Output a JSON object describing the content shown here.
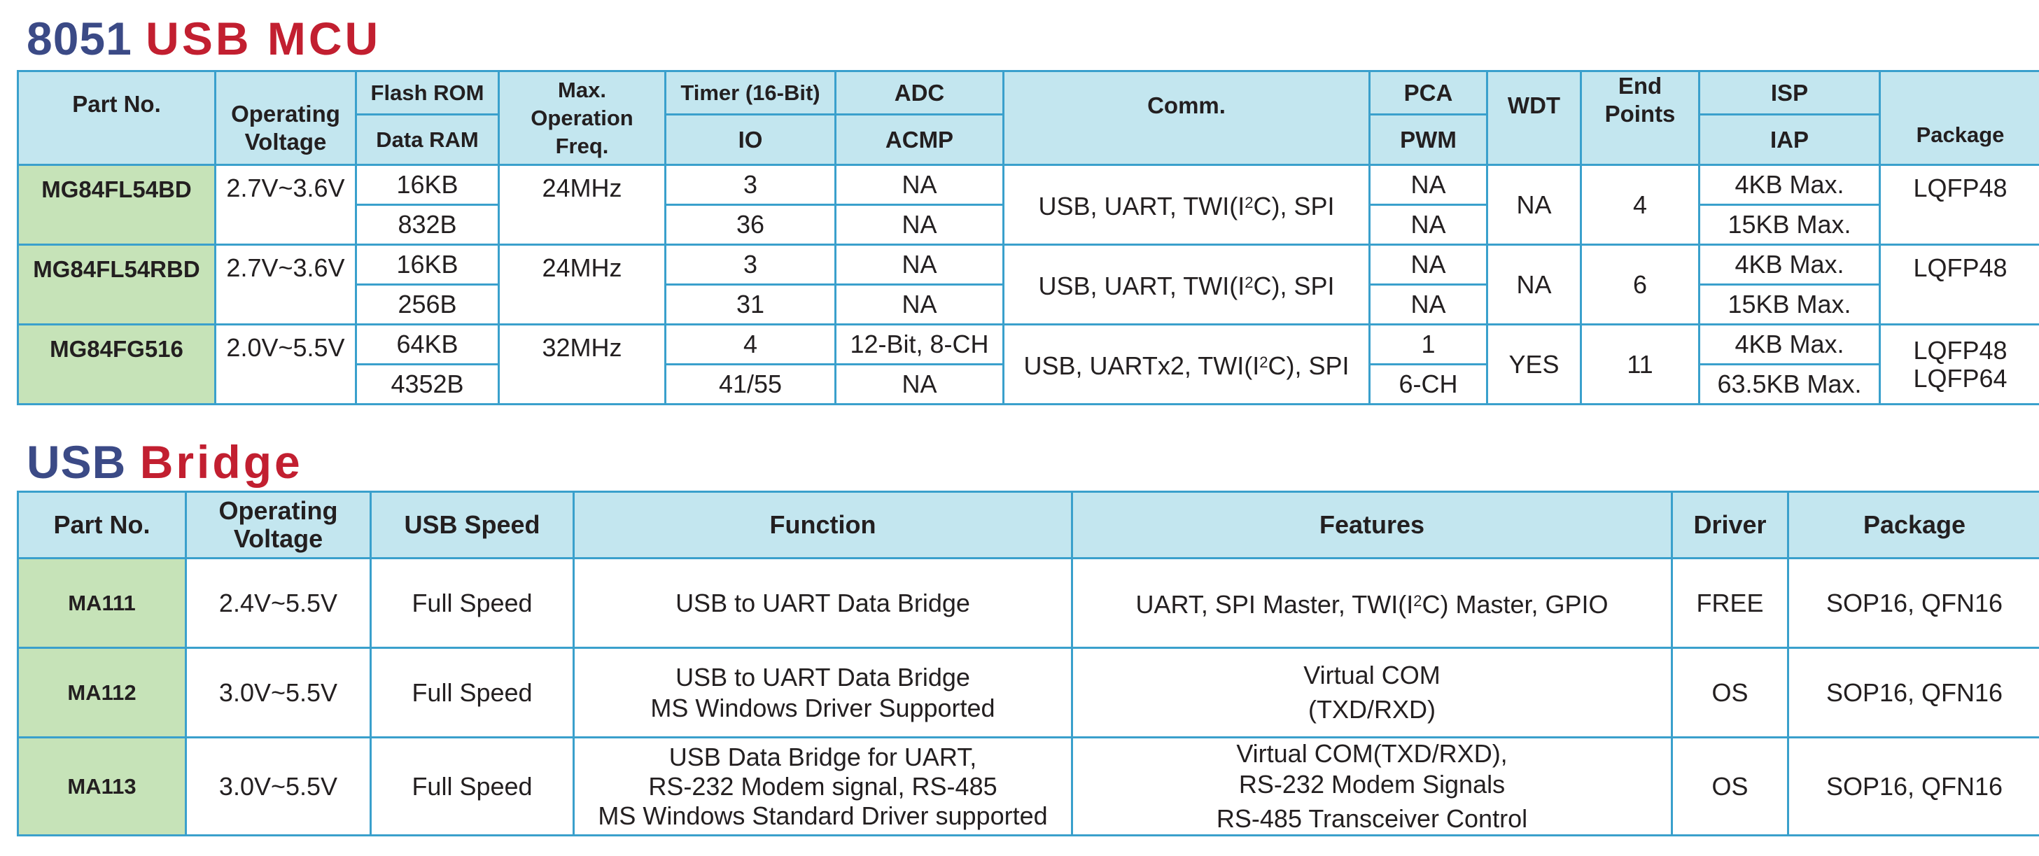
{
  "mcu_section": {
    "title_prefix": "8051",
    "title_suffix": "USB MCU",
    "headers": {
      "part_no": "Part No.",
      "voltage_line1": "Operating",
      "voltage_line2": "Voltage",
      "flash_rom": "Flash ROM",
      "data_ram": "Data RAM",
      "max_freq": "Max.\nOperation\nFreq.",
      "timer": "Timer (16-Bit)",
      "io": "IO",
      "adc": "ADC",
      "acmp": "ACMP",
      "comm": "Comm.",
      "pca": "PCA",
      "pwm": "PWM",
      "wdt": "WDT",
      "end_points": "End\nPoints",
      "isp": "ISP",
      "iap": "IAP",
      "package": "Package"
    },
    "rows": [
      {
        "part": "MG84FL54BD",
        "voltage": "2.7V~3.6V",
        "flash_rom": "16KB",
        "data_ram": "832B",
        "freq": "24MHz",
        "timer": "3",
        "io": "36",
        "adc": "NA",
        "acmp": "NA",
        "comm_pre": "USB, UART, TWI(I",
        "comm_sup": "2",
        "comm_post": "C), SPI",
        "pca": "NA",
        "pwm": "NA",
        "wdt": "NA",
        "end_points": "4",
        "isp": "4KB Max.",
        "iap": "15KB Max.",
        "package": "LQFP48"
      },
      {
        "part": "MG84FL54RBD",
        "voltage": "2.7V~3.6V",
        "flash_rom": "16KB",
        "data_ram": "256B",
        "freq": "24MHz",
        "timer": "3",
        "io": "31",
        "adc": "NA",
        "acmp": "NA",
        "comm_pre": "USB, UART, TWI(I",
        "comm_sup": "2",
        "comm_post": "C), SPI",
        "pca": "NA",
        "pwm": "NA",
        "wdt": "NA",
        "end_points": "6",
        "isp": "4KB Max.",
        "iap": "15KB Max.",
        "package": "LQFP48"
      },
      {
        "part": "MG84FG516",
        "voltage": "2.0V~5.5V",
        "flash_rom": "64KB",
        "data_ram": "4352B",
        "freq": "32MHz",
        "timer": "4",
        "io": "41/55",
        "adc": "12-Bit, 8-CH",
        "acmp": "NA",
        "comm_pre": "USB, UARTx2, TWI(I",
        "comm_sup": "2",
        "comm_post": "C), SPI",
        "pca": "1",
        "pwm": "6-CH",
        "wdt": "YES",
        "end_points": "11",
        "isp": "4KB Max.",
        "iap": "63.5KB Max.",
        "package": "LQFP48\nLQFP64"
      }
    ]
  },
  "bridge_section": {
    "title_prefix": "USB",
    "title_suffix": "Bridge",
    "headers": {
      "part_no": "Part No.",
      "voltage": "Operating\nVoltage",
      "usb_speed": "USB Speed",
      "function": "Function",
      "features": "Features",
      "driver": "Driver",
      "package": "Package"
    },
    "rows": [
      {
        "part": "MA111",
        "voltage": "2.4V~5.5V",
        "usb_speed": "Full Speed",
        "function": "USB to UART Data Bridge",
        "features_pre": "UART, SPI Master, TWI(I",
        "features_sup": "2",
        "features_post": "C) Master, GPIO",
        "driver": "FREE",
        "package": "SOP16, QFN16"
      },
      {
        "part": "MA112",
        "voltage": "3.0V~5.5V",
        "usb_speed": "Full Speed",
        "function": "USB to UART Data Bridge\nMS Windows Driver Supported",
        "features_pre": "Virtual COM\n(TXD/RXD)",
        "features_sup": "",
        "features_post": "",
        "driver": "OS",
        "package": "SOP16, QFN16"
      },
      {
        "part": "MA113",
        "voltage": "3.0V~5.5V",
        "usb_speed": "Full Speed",
        "function": "USB Data Bridge for UART,\nRS-232 Modem signal, RS-485\nMS Windows Standard Driver supported",
        "features_pre": "Virtual COM(TXD/RXD),\nRS-232 Modem Signals\nRS-485 Transceiver Control",
        "features_sup": "",
        "features_post": "",
        "driver": "OS",
        "package": "SOP16, QFN16"
      }
    ]
  }
}
